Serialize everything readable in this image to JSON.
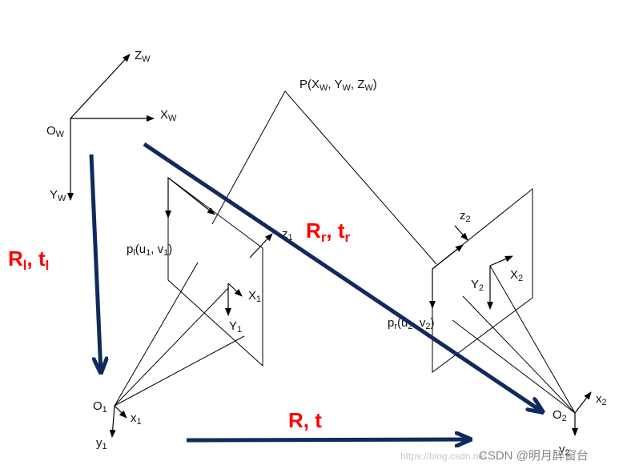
{
  "world": {
    "origin": "O",
    "origin_sub": "W",
    "xw": "X",
    "xw_sub": "W",
    "yw": "Y",
    "yw_sub": "W",
    "zw": "Z",
    "zw_sub": "W"
  },
  "point": {
    "label": "P(X",
    "x_sub": "W",
    "mid1": ", Y",
    "y_sub": "W",
    "mid2": ", Z",
    "z_sub": "W",
    "end": ")"
  },
  "left_image": {
    "point": "p",
    "point_sub": "l",
    "coords": "(u",
    "u_sub": "1",
    "comma": ", v",
    "v_sub": "1",
    "close": ")",
    "x": "X",
    "x_sub": "1",
    "y": "Y",
    "y_sub": "1",
    "z": "z",
    "z_sub": "1"
  },
  "left_camera": {
    "origin": "O",
    "origin_sub": "1",
    "x": "x",
    "x_sub": "1",
    "y": "y",
    "y_sub": "1"
  },
  "right_image": {
    "point": "p",
    "point_sub": "r",
    "coords": "(u",
    "u_sub": "2",
    "comma": ", v",
    "v_sub": "2",
    "close": ")",
    "x": "X",
    "x_sub": "2",
    "y": "Y",
    "y_sub": "2",
    "z": "z",
    "z_sub": "2"
  },
  "right_camera": {
    "origin": "O",
    "origin_sub": "2",
    "x": "x",
    "x_sub": "2",
    "y": "y",
    "y_sub": "2"
  },
  "transforms": {
    "left": {
      "r": "R",
      "r_sub": "l",
      "sep": ", t",
      "t_sub": "l"
    },
    "right": {
      "r": "R",
      "r_sub": "r",
      "sep": ", t",
      "t_sub": "r"
    },
    "between": {
      "text": "R, t"
    }
  },
  "watermark": {
    "url": "https://blog.csdn.net",
    "text": "CSDN @明月醉窗台"
  },
  "colors": {
    "arrow": "#0f2a5e",
    "label": "#ff0000"
  }
}
